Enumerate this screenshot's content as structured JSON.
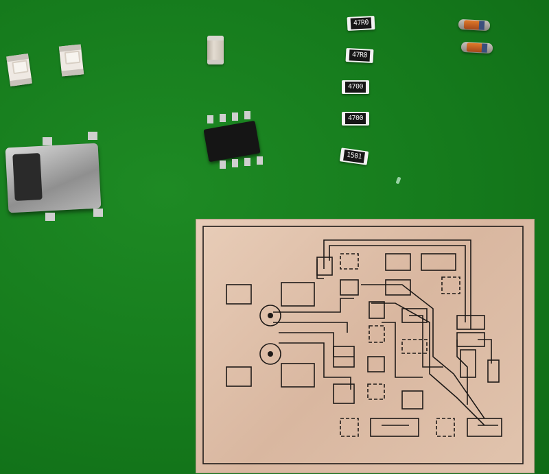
{
  "scene": {
    "background_color": "#157a1c",
    "pcb_color": "#dfc0aa",
    "trace_color": "#1e1a18"
  },
  "resistors": [
    {
      "marking": "47R0"
    },
    {
      "marking": "47R0"
    },
    {
      "marking": "4700"
    },
    {
      "marking": "4700"
    },
    {
      "marking": "1501"
    }
  ]
}
